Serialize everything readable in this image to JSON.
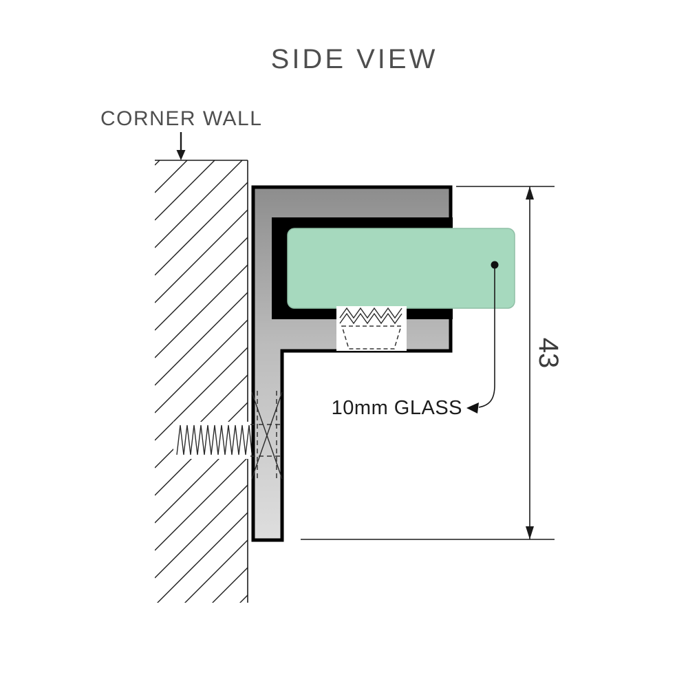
{
  "title": "SIDE VIEW",
  "callouts": {
    "corner_wall": "CORNER WALL",
    "glass": "10mm GLASS"
  },
  "dimension": {
    "height": "43"
  },
  "colors": {
    "glass_fill": "#a6d9be",
    "bracket_dark": "#909090",
    "bracket_light": "#dcdcdc",
    "gasket": "#000000",
    "label_gray": "#4e4e4e",
    "label_dark": "#1d1d1d",
    "dimension_text": "#3c3c3c"
  }
}
